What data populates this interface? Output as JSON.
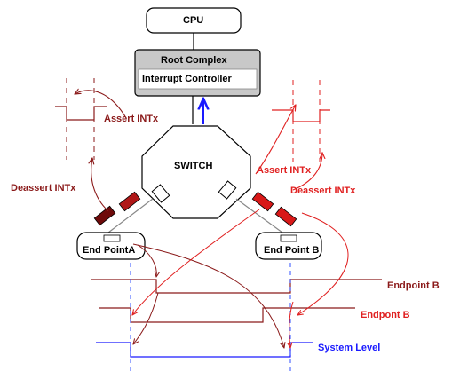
{
  "colors": {
    "maroon": "#8b1a1a",
    "red": "#e02020",
    "blue": "#1a1aff",
    "dashed_blue": "#3050ff",
    "box_gray": "#c8c8c8",
    "block_dark": "#6e0a0a",
    "block_red": "#d81818"
  },
  "nodes": {
    "cpu": "CPU",
    "root_complex": "Root Complex",
    "interrupt_controller": "Interrupt Controller",
    "switch": "SWITCH",
    "endpoint_a": "End PointA",
    "endpoint_b": "End Point B"
  },
  "labels": {
    "assert_left": "Assert INTx",
    "deassert_left": "Deassert INTx",
    "assert_right": "Assert INTx",
    "deassert_right": "Deassert INTx",
    "wave_endpoint_b": "Endpoint B",
    "wave_endpont_b": "Endpont B",
    "wave_system_level": "System Level"
  }
}
